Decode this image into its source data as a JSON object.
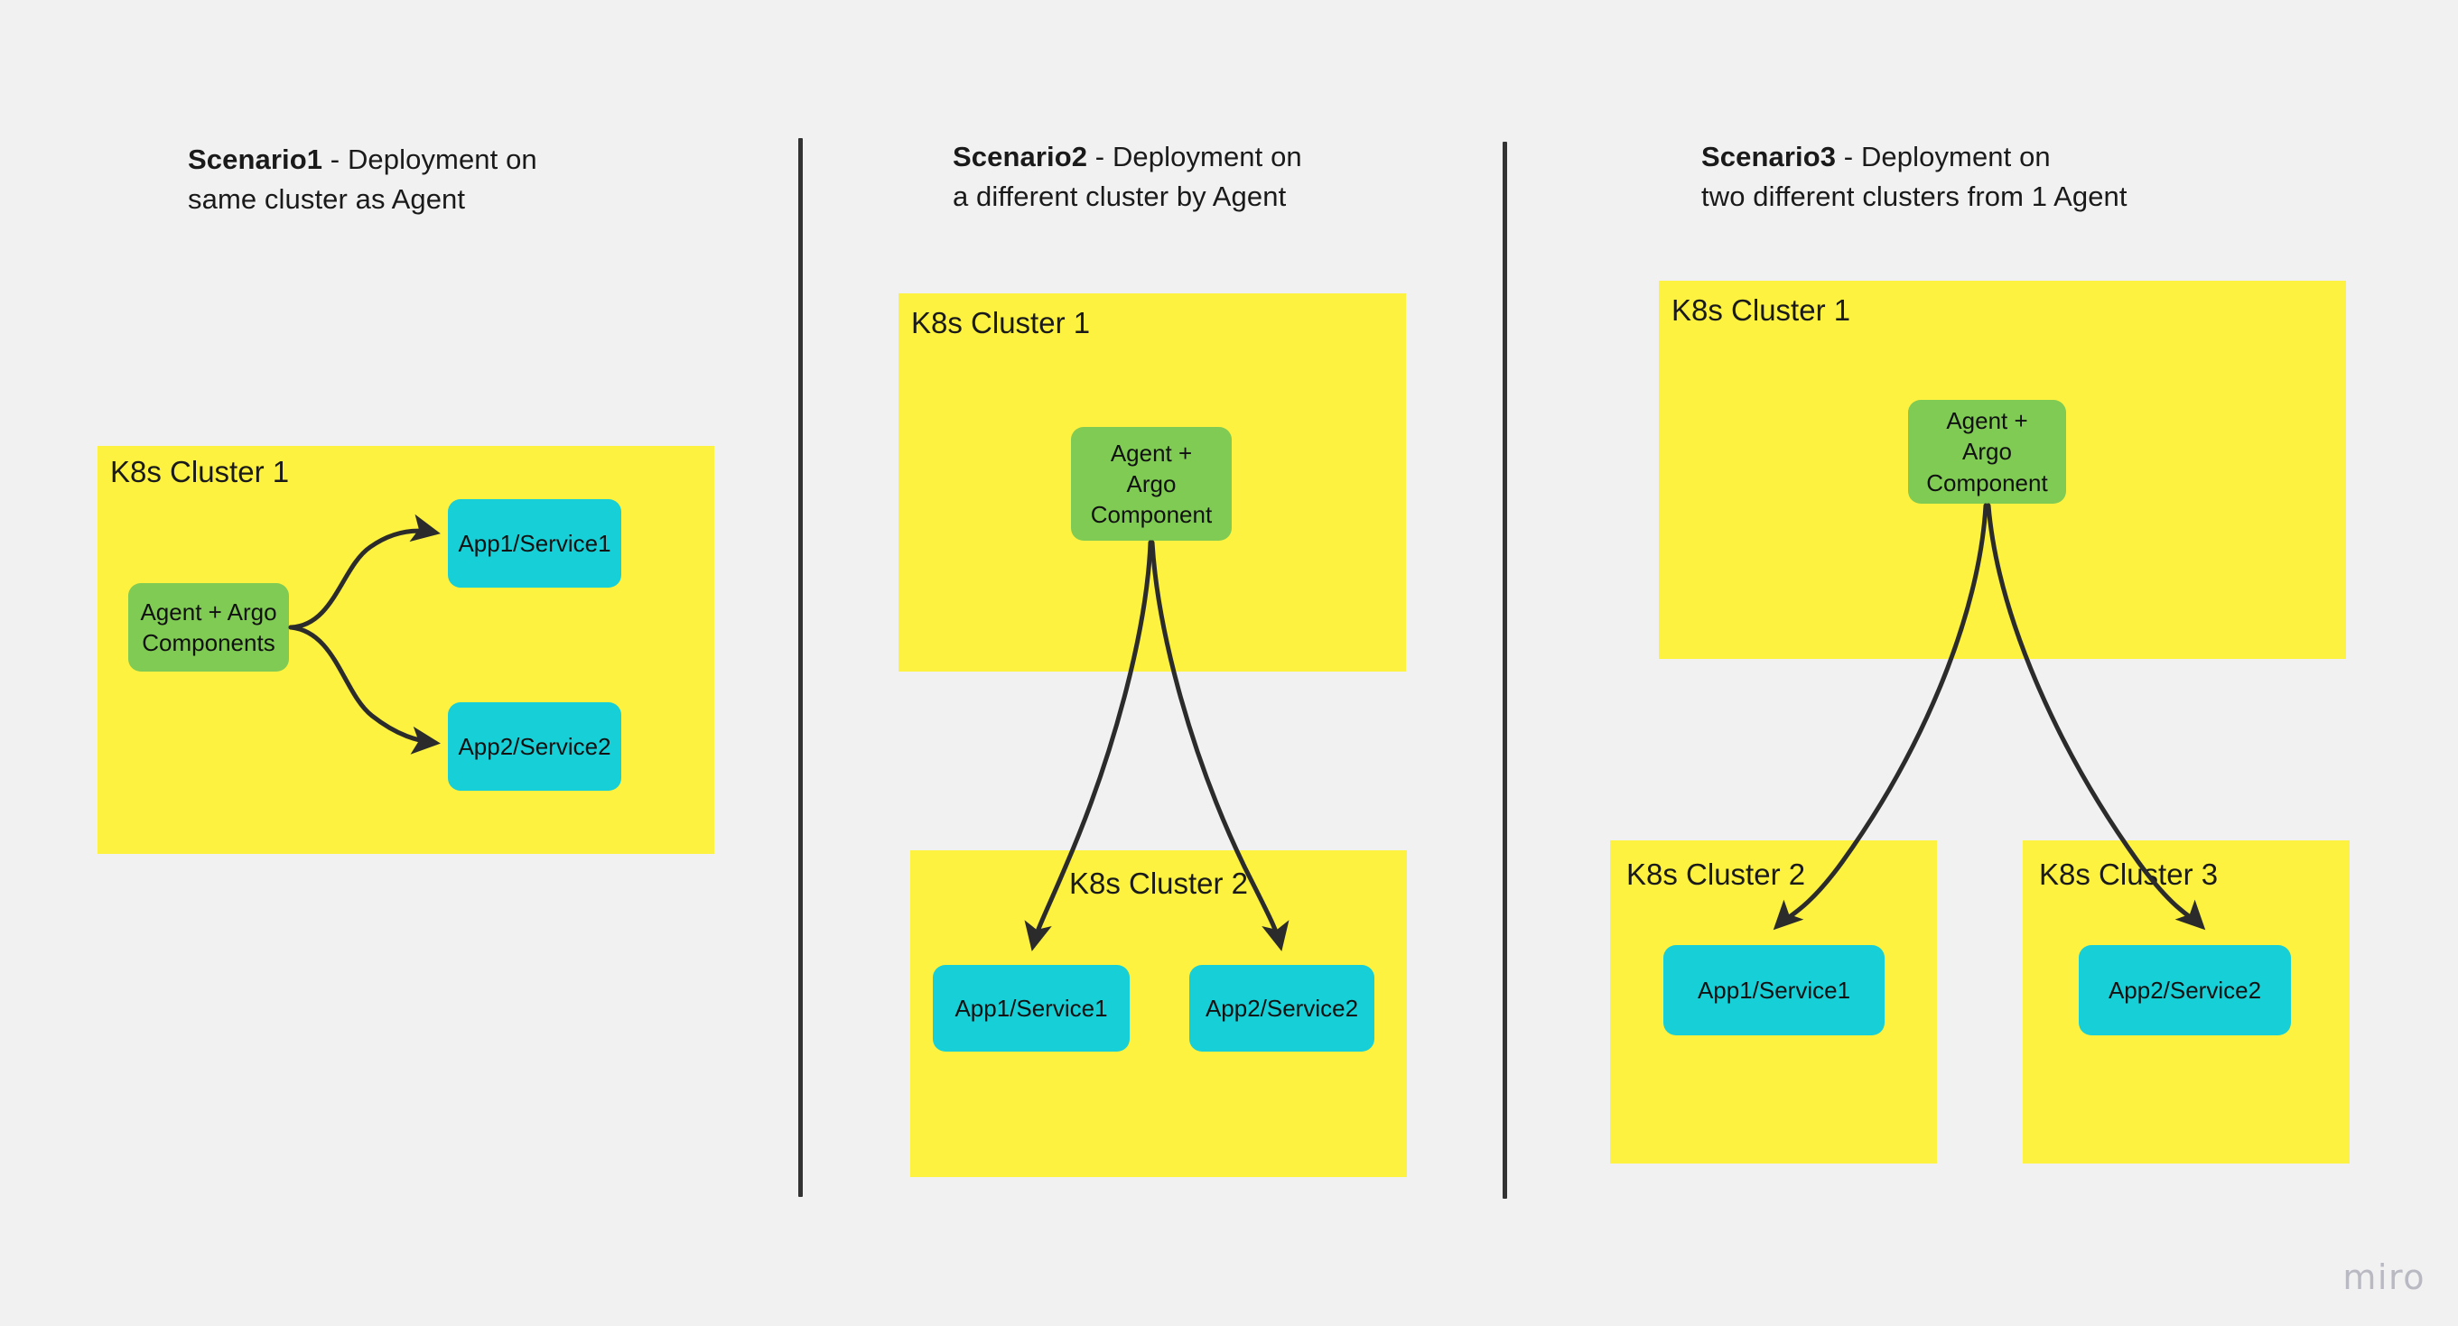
{
  "board": {
    "background_color": "#f1f1f1",
    "watermark": "miro"
  },
  "palette": {
    "cluster_yellow": "#FCF23F",
    "agent_green": "#7FCB53",
    "app_cyan": "#17CFD6",
    "edge_dark": "#2b2b2b",
    "divider": "#333333",
    "text": "#1a1a1a"
  },
  "scenarios": [
    {
      "id": "scenario1",
      "title_bold": "Scenario1",
      "title_rest": " - Deployment on",
      "title_line2": "same cluster as Agent",
      "clusters": [
        {
          "id": "s1-cluster1",
          "label": "K8s Cluster 1",
          "label_align": "left"
        }
      ],
      "nodes": [
        {
          "id": "s1-agent",
          "kind": "agent",
          "label": "Agent + Argo\nComponents"
        },
        {
          "id": "s1-app1",
          "kind": "app",
          "label": "App1/Service1"
        },
        {
          "id": "s1-app2",
          "kind": "app",
          "label": "App2/Service2"
        }
      ],
      "edges": [
        {
          "from": "s1-agent",
          "to": "s1-app1"
        },
        {
          "from": "s1-agent",
          "to": "s1-app2"
        }
      ]
    },
    {
      "id": "scenario2",
      "title_bold": "Scenario2",
      "title_rest": " - Deployment on",
      "title_line2": "a different cluster by Agent",
      "clusters": [
        {
          "id": "s2-cluster1",
          "label": "K8s Cluster 1",
          "label_align": "left"
        },
        {
          "id": "s2-cluster2",
          "label": "K8s Cluster 2",
          "label_align": "center"
        }
      ],
      "nodes": [
        {
          "id": "s2-agent",
          "kind": "agent",
          "label": "Agent +\nArgo\nComponent"
        },
        {
          "id": "s2-app1",
          "kind": "app",
          "label": "App1/Service1"
        },
        {
          "id": "s2-app2",
          "kind": "app",
          "label": "App2/Service2"
        }
      ],
      "edges": [
        {
          "from": "s2-agent",
          "to": "s2-app1"
        },
        {
          "from": "s2-agent",
          "to": "s2-app2"
        }
      ]
    },
    {
      "id": "scenario3",
      "title_bold": "Scenario3",
      "title_rest": " - Deployment on",
      "title_line2": "two different clusters from 1 Agent",
      "clusters": [
        {
          "id": "s3-cluster1",
          "label": "K8s Cluster 1",
          "label_align": "left"
        },
        {
          "id": "s3-cluster2",
          "label": "K8s Cluster 2",
          "label_align": "left"
        },
        {
          "id": "s3-cluster3",
          "label": "K8s Cluster 3",
          "label_align": "left"
        }
      ],
      "nodes": [
        {
          "id": "s3-agent",
          "kind": "agent",
          "label": "Agent +\nArgo\nComponent"
        },
        {
          "id": "s3-app1",
          "kind": "app",
          "label": "App1/Service1"
        },
        {
          "id": "s3-app2",
          "kind": "app",
          "label": "App2/Service2"
        }
      ],
      "edges": [
        {
          "from": "s3-agent",
          "to": "s3-app1"
        },
        {
          "from": "s3-agent",
          "to": "s3-app2"
        }
      ]
    }
  ]
}
